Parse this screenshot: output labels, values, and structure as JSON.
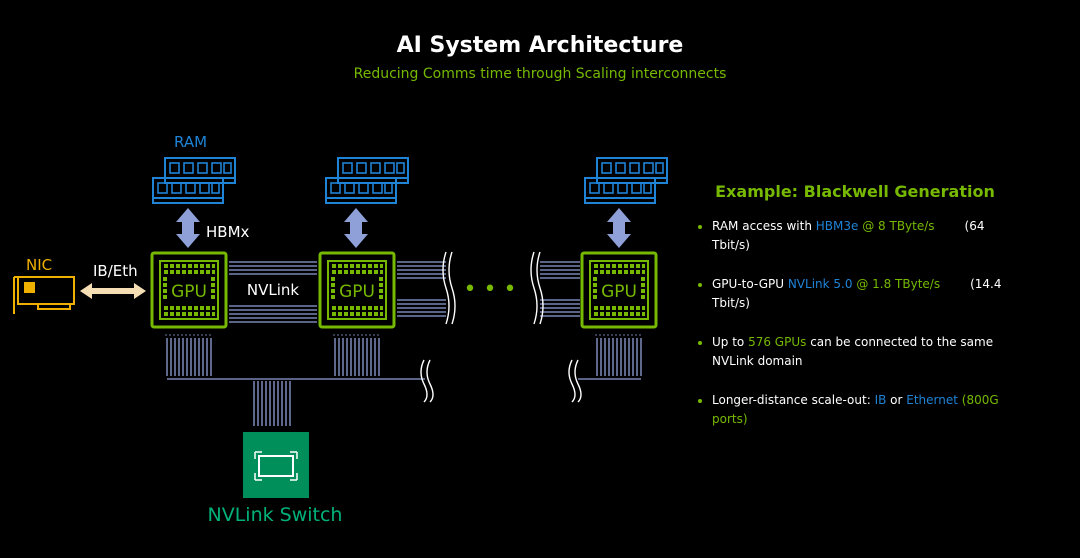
{
  "header": {
    "title": "AI System Architecture",
    "subtitle": "Reducing Comms time through Scaling interconnects"
  },
  "diagram": {
    "ram_label": "RAM",
    "hbm_label": "HBMx",
    "nic_label": "NIC",
    "ib_eth_label": "IB/Eth",
    "gpu_label": "GPU",
    "nvlink_label": "NVLink",
    "switch_label": "NVLink Switch",
    "ellipsis": "•  •  •"
  },
  "panel": {
    "heading": "Example: Blackwell Generation",
    "b1": {
      "pre": "RAM access with ",
      "hl": "HBM3e",
      "hl2": " @ 8 TByte/s",
      "post": "(64 Tbit/s)"
    },
    "b2": {
      "pre": "GPU-to-GPU ",
      "hl": "NVLink 5.0",
      "hl2": " @ 1.8 TByte/s",
      "post": "(14.4 Tbit/s)"
    },
    "b3": {
      "pre": "Up to ",
      "hl": "576 GPUs",
      "post": " can be connected to the same NVLink domain"
    },
    "b4": {
      "pre": "Longer-distance scale-out: ",
      "hl": "IB",
      "mid": " or ",
      "hl2": "Ethernet",
      "post": " (800G ports)"
    }
  },
  "colors": {
    "nvidia_green": "#76b900",
    "ram_blue": "#1f83d6",
    "arrow_lavender": "#8fa0d8",
    "nic_gold": "#f0b000",
    "switch_green": "#008f5a",
    "switch_label": "#00b27a"
  }
}
